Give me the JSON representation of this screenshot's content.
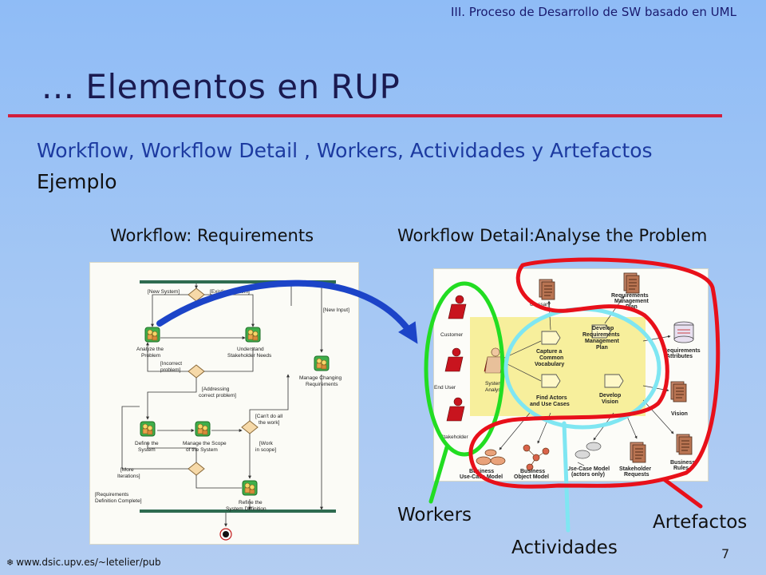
{
  "header": {
    "caption": "III. Proceso de Desarrollo de SW basado en  UML"
  },
  "title": "... Elementos en RUP",
  "subtitle": "Workflow, Workflow Detail , Workers, Actividades y Artefactos",
  "example_label": "Ejemplo",
  "workflow_label": "Workflow: Requirements",
  "workflow_detail_label": "Workflow Detail:Analyse the Problem",
  "workflow_diagram": {
    "guards": [
      "[New System]",
      "[Existing System]",
      "[New Input]",
      "[Incorrect",
      "problem]",
      "[Addressing",
      "correct problem]",
      "[Can't do all",
      "the work]",
      "[Work",
      "in scope]",
      "[More",
      "Iterations]",
      "[Requirements",
      "Definition Complete]"
    ],
    "activities": [
      {
        "line1": "Analyze the",
        "line2": "Problem"
      },
      {
        "line1": "Understand",
        "line2": "Stakeholder Needs"
      },
      {
        "line1": "Manage Changing",
        "line2": "Requirements"
      },
      {
        "line1": "Define the",
        "line2": "System"
      },
      {
        "line1": "Manage the Scope",
        "line2": "of the System"
      },
      {
        "line1": "Refine the",
        "line2": "System Definition"
      }
    ]
  },
  "detail_diagram": {
    "workers": [
      "Customer",
      "End User",
      "System",
      "Analyst",
      "Stakeholder"
    ],
    "activities": [
      {
        "line1": "Capture a",
        "line2": "Common",
        "line3": "Vocabulary"
      },
      {
        "line1": "Develop",
        "line2": "Requirements",
        "line3": "Management",
        "line4": "Plan"
      },
      {
        "line1": "Find Actors",
        "line2": "and Use Cases"
      },
      {
        "line1": "Develop",
        "line2": "Vision"
      }
    ],
    "artifacts": [
      {
        "line1": "Glossary"
      },
      {
        "line1": "Requirements",
        "line2": "Management",
        "line3": "Plan"
      },
      {
        "line1": "Requirements",
        "line2": "Attributes"
      },
      {
        "line1": "Vision"
      },
      {
        "line1": "Business",
        "line2": "Rules"
      },
      {
        "line1": "Stakeholder",
        "line2": "Requests"
      },
      {
        "line1": "Use-Case Model",
        "line2": "(actors only)"
      },
      {
        "line1": "Business",
        "line2": "Object Model"
      },
      {
        "line1": "Business",
        "line2": "Use-Case Model"
      }
    ]
  },
  "callouts": {
    "workers": "Workers",
    "actividades": "Actividades",
    "artefactos": "Artefactos"
  },
  "footer": {
    "url": "www.dsic.upv.es/~letelier/pub",
    "page_number": "7"
  },
  "colors": {
    "rule": "#d21e3c",
    "subtitle": "#1c3aa0",
    "workers_circle": "#22dd22",
    "actividades_circle": "#7fe6f2",
    "artefactos_outline": "#e8101a",
    "arrow": "#1c44c8"
  }
}
